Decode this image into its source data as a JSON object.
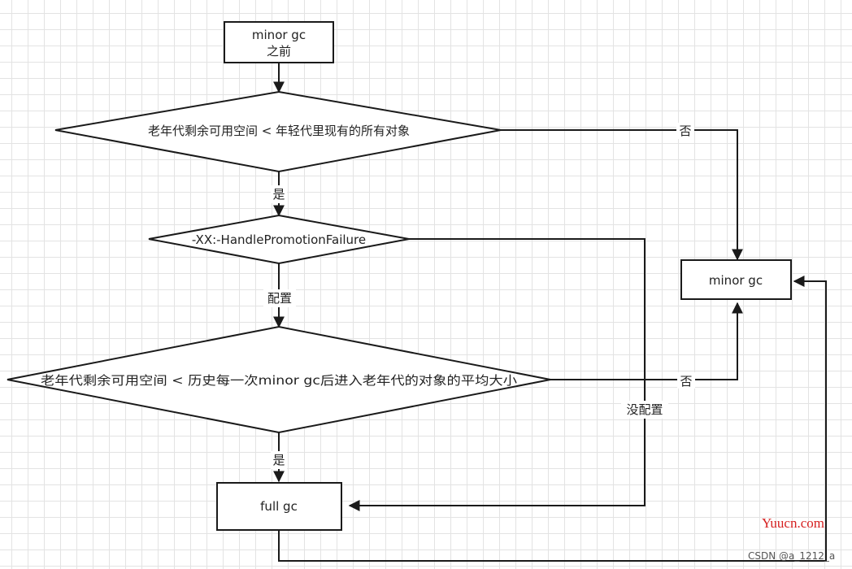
{
  "nodes": {
    "start": {
      "line1": "minor gc",
      "line2": "之前"
    },
    "decision1": "老年代剩余可用空间 < 年轻代里现有的所有对象",
    "decision2": "-XX:-HandlePromotionFailure",
    "decision3": "老年代剩余可用空间 < 历史每一次minor gc后进入老年代的对象的平均大小",
    "minor_gc": "minor gc",
    "full_gc": "full gc"
  },
  "edges": {
    "d1_yes": "是",
    "d1_no": "否",
    "d2_configured": "配置",
    "d2_not_configured": "没配置",
    "d3_yes": "是",
    "d3_no": "否"
  },
  "watermark": {
    "site": "Yuucn.com",
    "author": "CSDN @a_1212_a"
  }
}
